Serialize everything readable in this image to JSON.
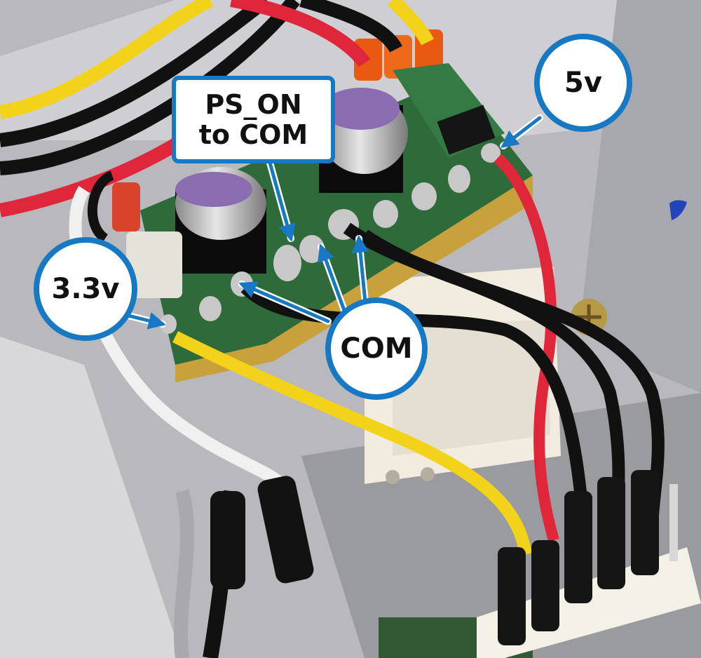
{
  "labels": {
    "ps_on": {
      "line1": "PS_ON",
      "line2": "to COM"
    },
    "v5": "5v",
    "v33": "3.3v",
    "com": "COM"
  },
  "colors": {
    "callout_border": "#1778c4",
    "callout_fill": "#ffffff",
    "callout_text": "#111111",
    "pcb_green": "#2e6a3a",
    "wire_red": "#e0263a",
    "wire_yellow": "#f3d21a",
    "wire_black": "#111111",
    "wire_white": "#eeeeee",
    "connector_orange": "#e85a12",
    "case_gray": "#b9b9bd"
  }
}
